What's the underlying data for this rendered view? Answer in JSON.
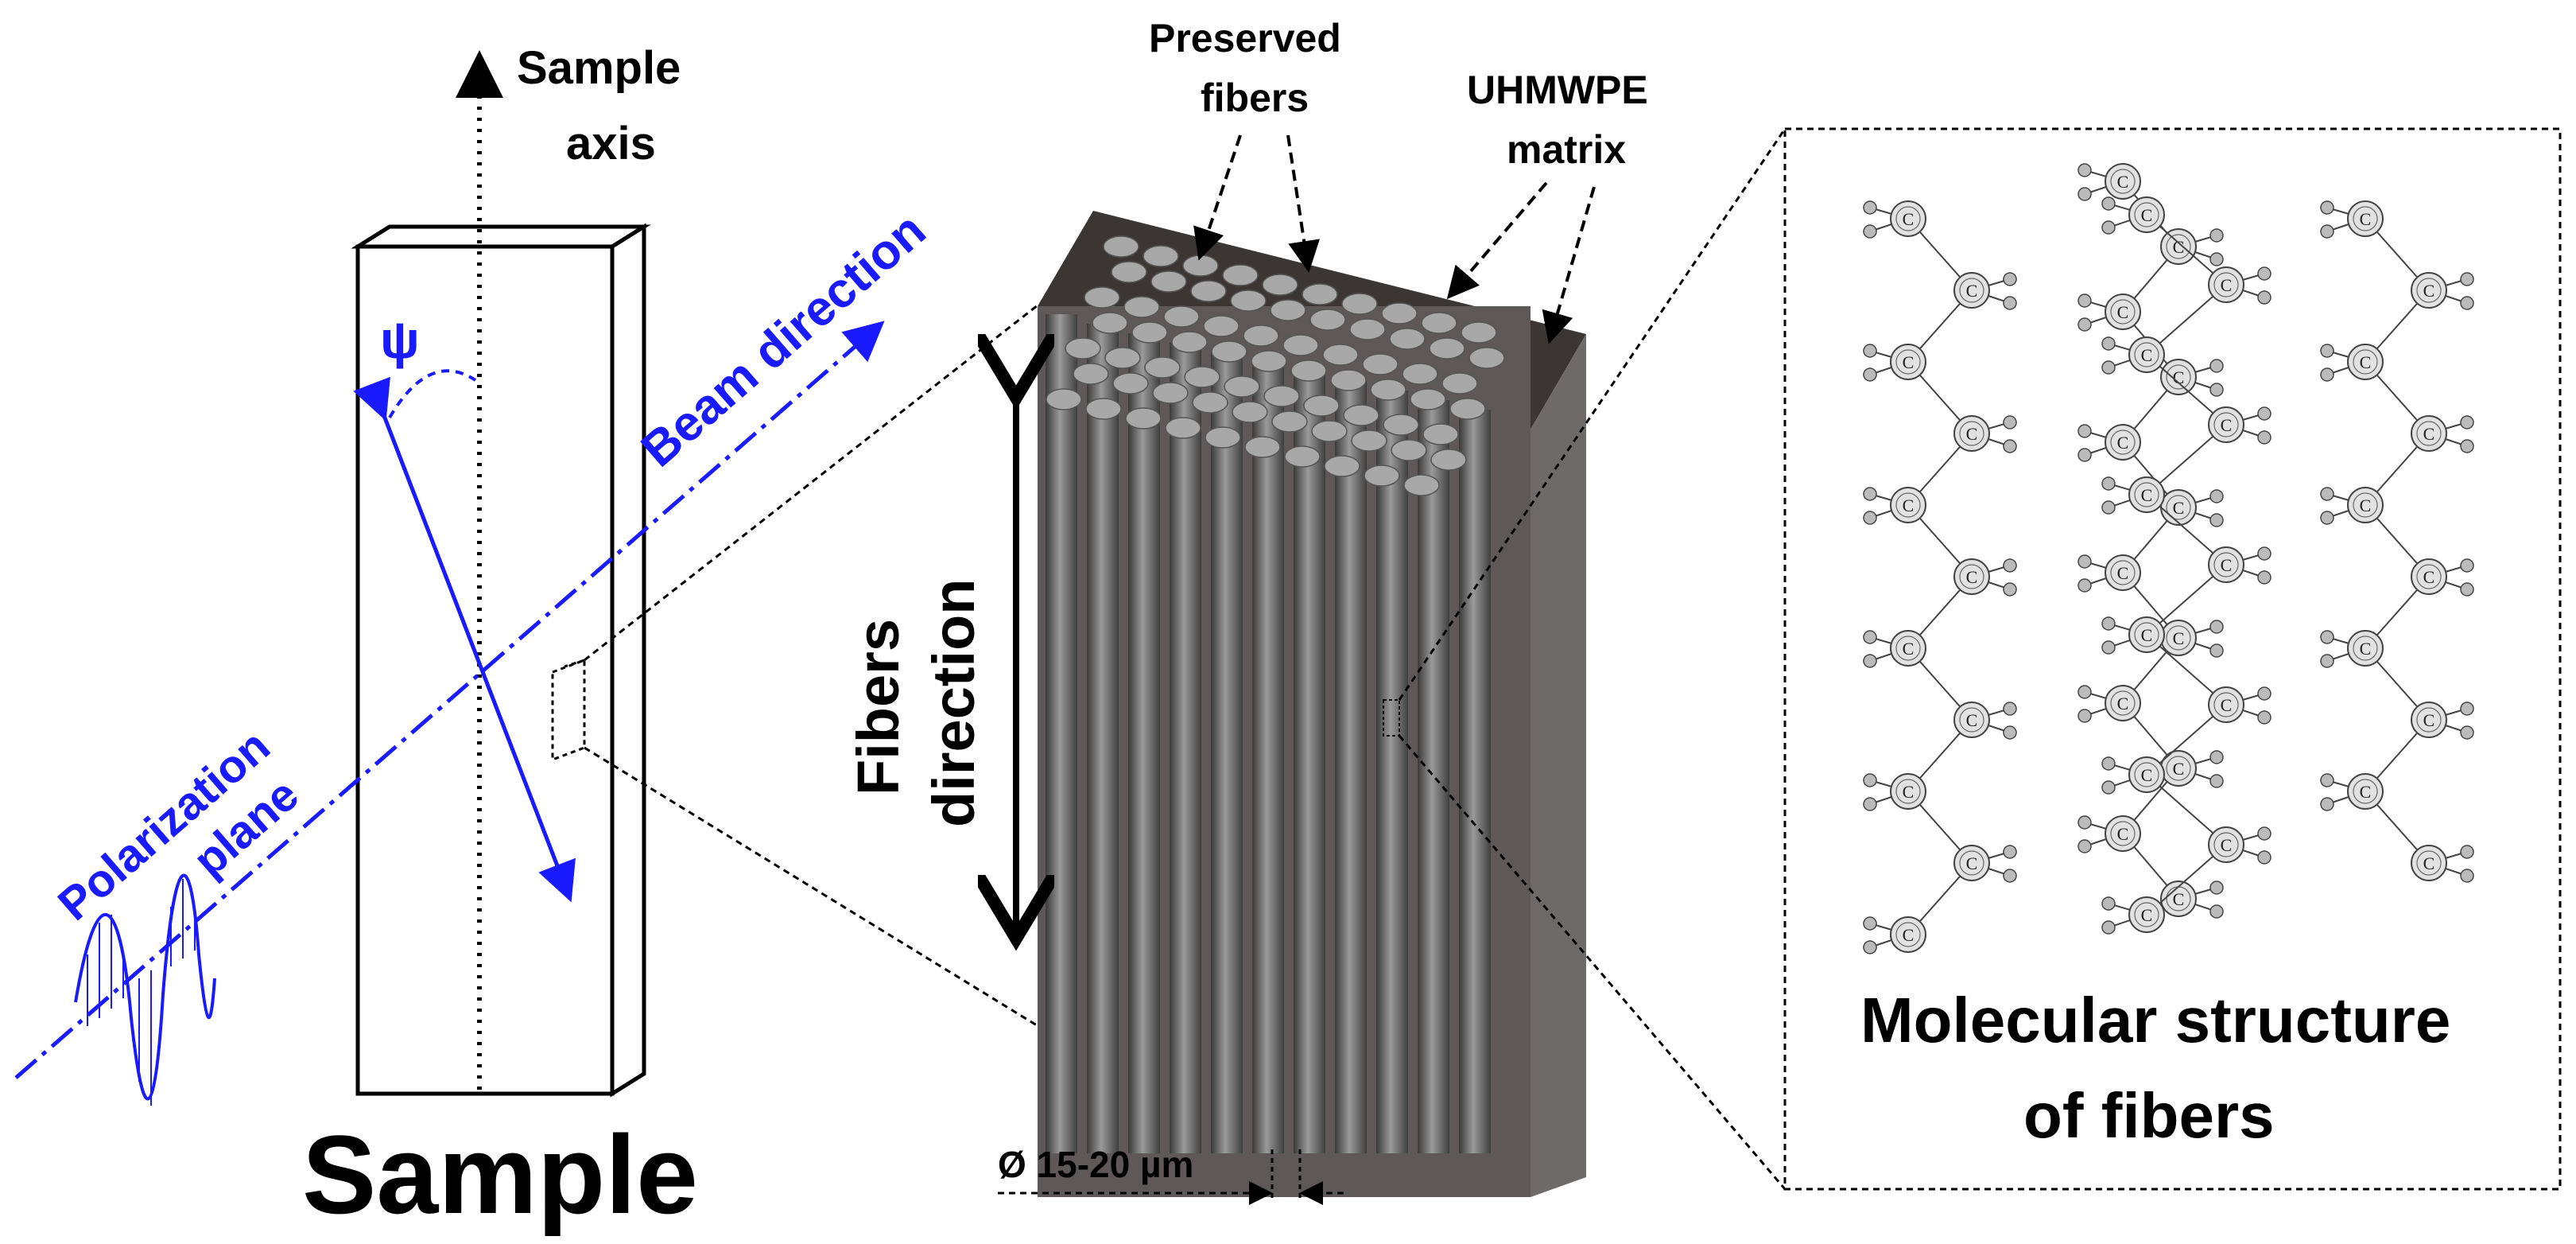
{
  "labels": {
    "sample_axis_line1": "Sample",
    "sample_axis_line2": "axis",
    "psi": "ψ",
    "beam_direction": "Beam direction",
    "polarization_line1": "Polarization",
    "polarization_line2": "plane",
    "sample": "Sample",
    "preserved_fibers_line1": "Preserved",
    "preserved_fibers_line2": "fibers",
    "matrix_line1": "UHMWPE",
    "matrix_line2": "matrix",
    "fibers_direction_line1": "Fibers",
    "fibers_direction_line2": "direction",
    "diameter": "Ø 15-20 µm",
    "molecular_line1": "Molecular structure",
    "molecular_line2": "of fibers",
    "carbon": "C"
  },
  "colors": {
    "blue": "#1a1aff",
    "fiber_block": "#5a5554",
    "fiber": "#8a8a8a",
    "atom": "#d9d9d9"
  }
}
